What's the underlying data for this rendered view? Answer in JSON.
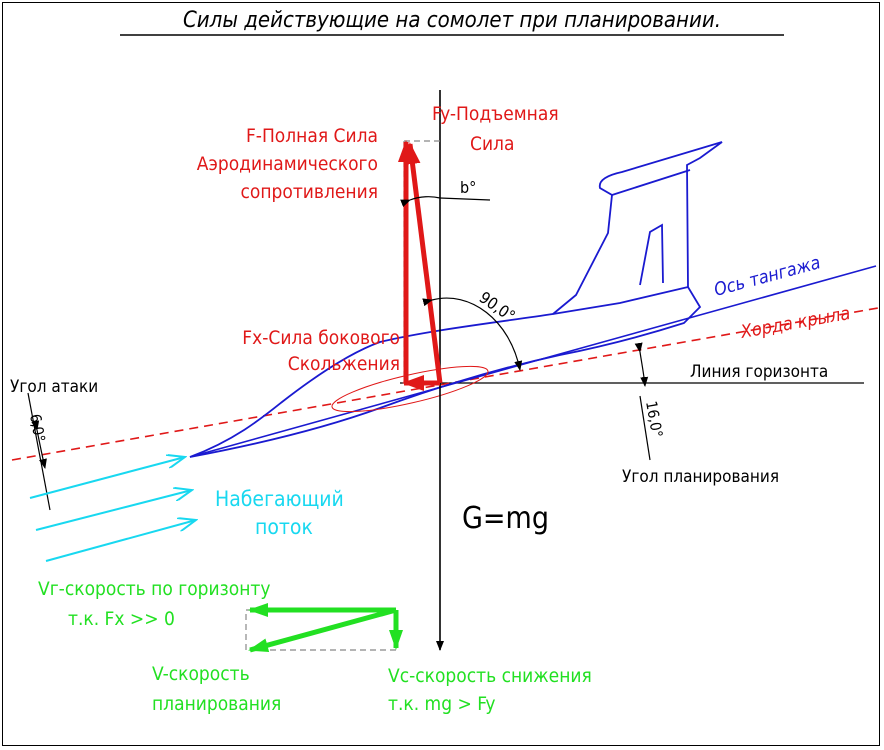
{
  "title": "Силы действующие на сомолет при планировании.",
  "forces": {
    "total": [
      "F-Полная Сила",
      "Аэродинамического",
      "сопротивления"
    ],
    "lift": [
      "Fy-Подъемная",
      "Сила"
    ],
    "drag": [
      "Fx-Сила бокового",
      "Скольжения"
    ],
    "weight": "G=mg"
  },
  "angles": {
    "b": "b°",
    "right_angle": "90,0°",
    "attack_value": "6,0°",
    "glide_value": "16,0°"
  },
  "axes": {
    "pitch_axis": "Ось тангажа",
    "wing_chord": "Хорда крыла",
    "horizon": "Линия горизонта"
  },
  "labels": {
    "attack_angle": "Угол атаки",
    "glide_angle": "Угол планирования",
    "flow": [
      "Набегающий",
      "поток"
    ]
  },
  "velocities": {
    "horizontal": [
      "Vг-скорость по горизонту",
      "т.к. Fx >> 0"
    ],
    "glide": [
      "V-скорость",
      "планирования"
    ],
    "descent": [
      "Vc-скорость снижения",
      "т.к. mg > Fy"
    ]
  },
  "colors": {
    "forces": "#e01818",
    "aircraft": "#1a1ad0",
    "flow": "#18d8f0",
    "velocities": "#22e022",
    "structure": "#000000"
  }
}
